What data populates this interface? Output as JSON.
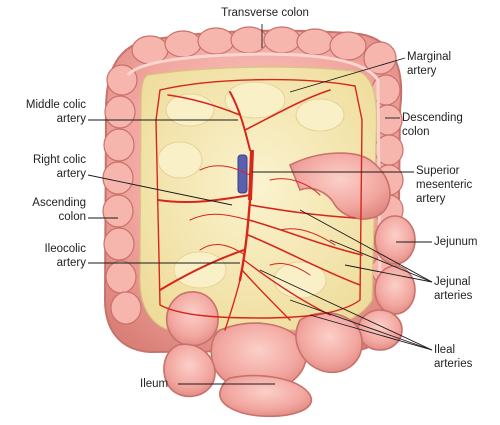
{
  "labels": {
    "transverse_colon": "Transverse colon",
    "marginal_artery": [
      "Marginal",
      "artery"
    ],
    "middle_colic_artery": [
      "Middle colic",
      "artery"
    ],
    "descending_colon": [
      "Descending",
      "colon"
    ],
    "right_colic_artery": [
      "Right colic",
      "artery"
    ],
    "superior_mesenteric_artery": [
      "Superior",
      "mesenteric",
      "artery"
    ],
    "ascending_colon": [
      "Ascending",
      "colon"
    ],
    "jejunum": "Jejunum",
    "ileocolic_artery": [
      "Ileocolic",
      "artery"
    ],
    "jejunal_arteries": [
      "Jejunal",
      "arteries"
    ],
    "ileal_arteries": [
      "Ileal",
      "arteries"
    ],
    "ileum": "Ileum"
  },
  "colors": {
    "bowel": "#f2a7a0",
    "bowel_edge": "#c9716b",
    "mesentery": "#f3e9b8",
    "fat": "#f8efc6",
    "artery": "#d8261b",
    "vein": "#5a5fb0",
    "leader": "#1a1a1a"
  }
}
